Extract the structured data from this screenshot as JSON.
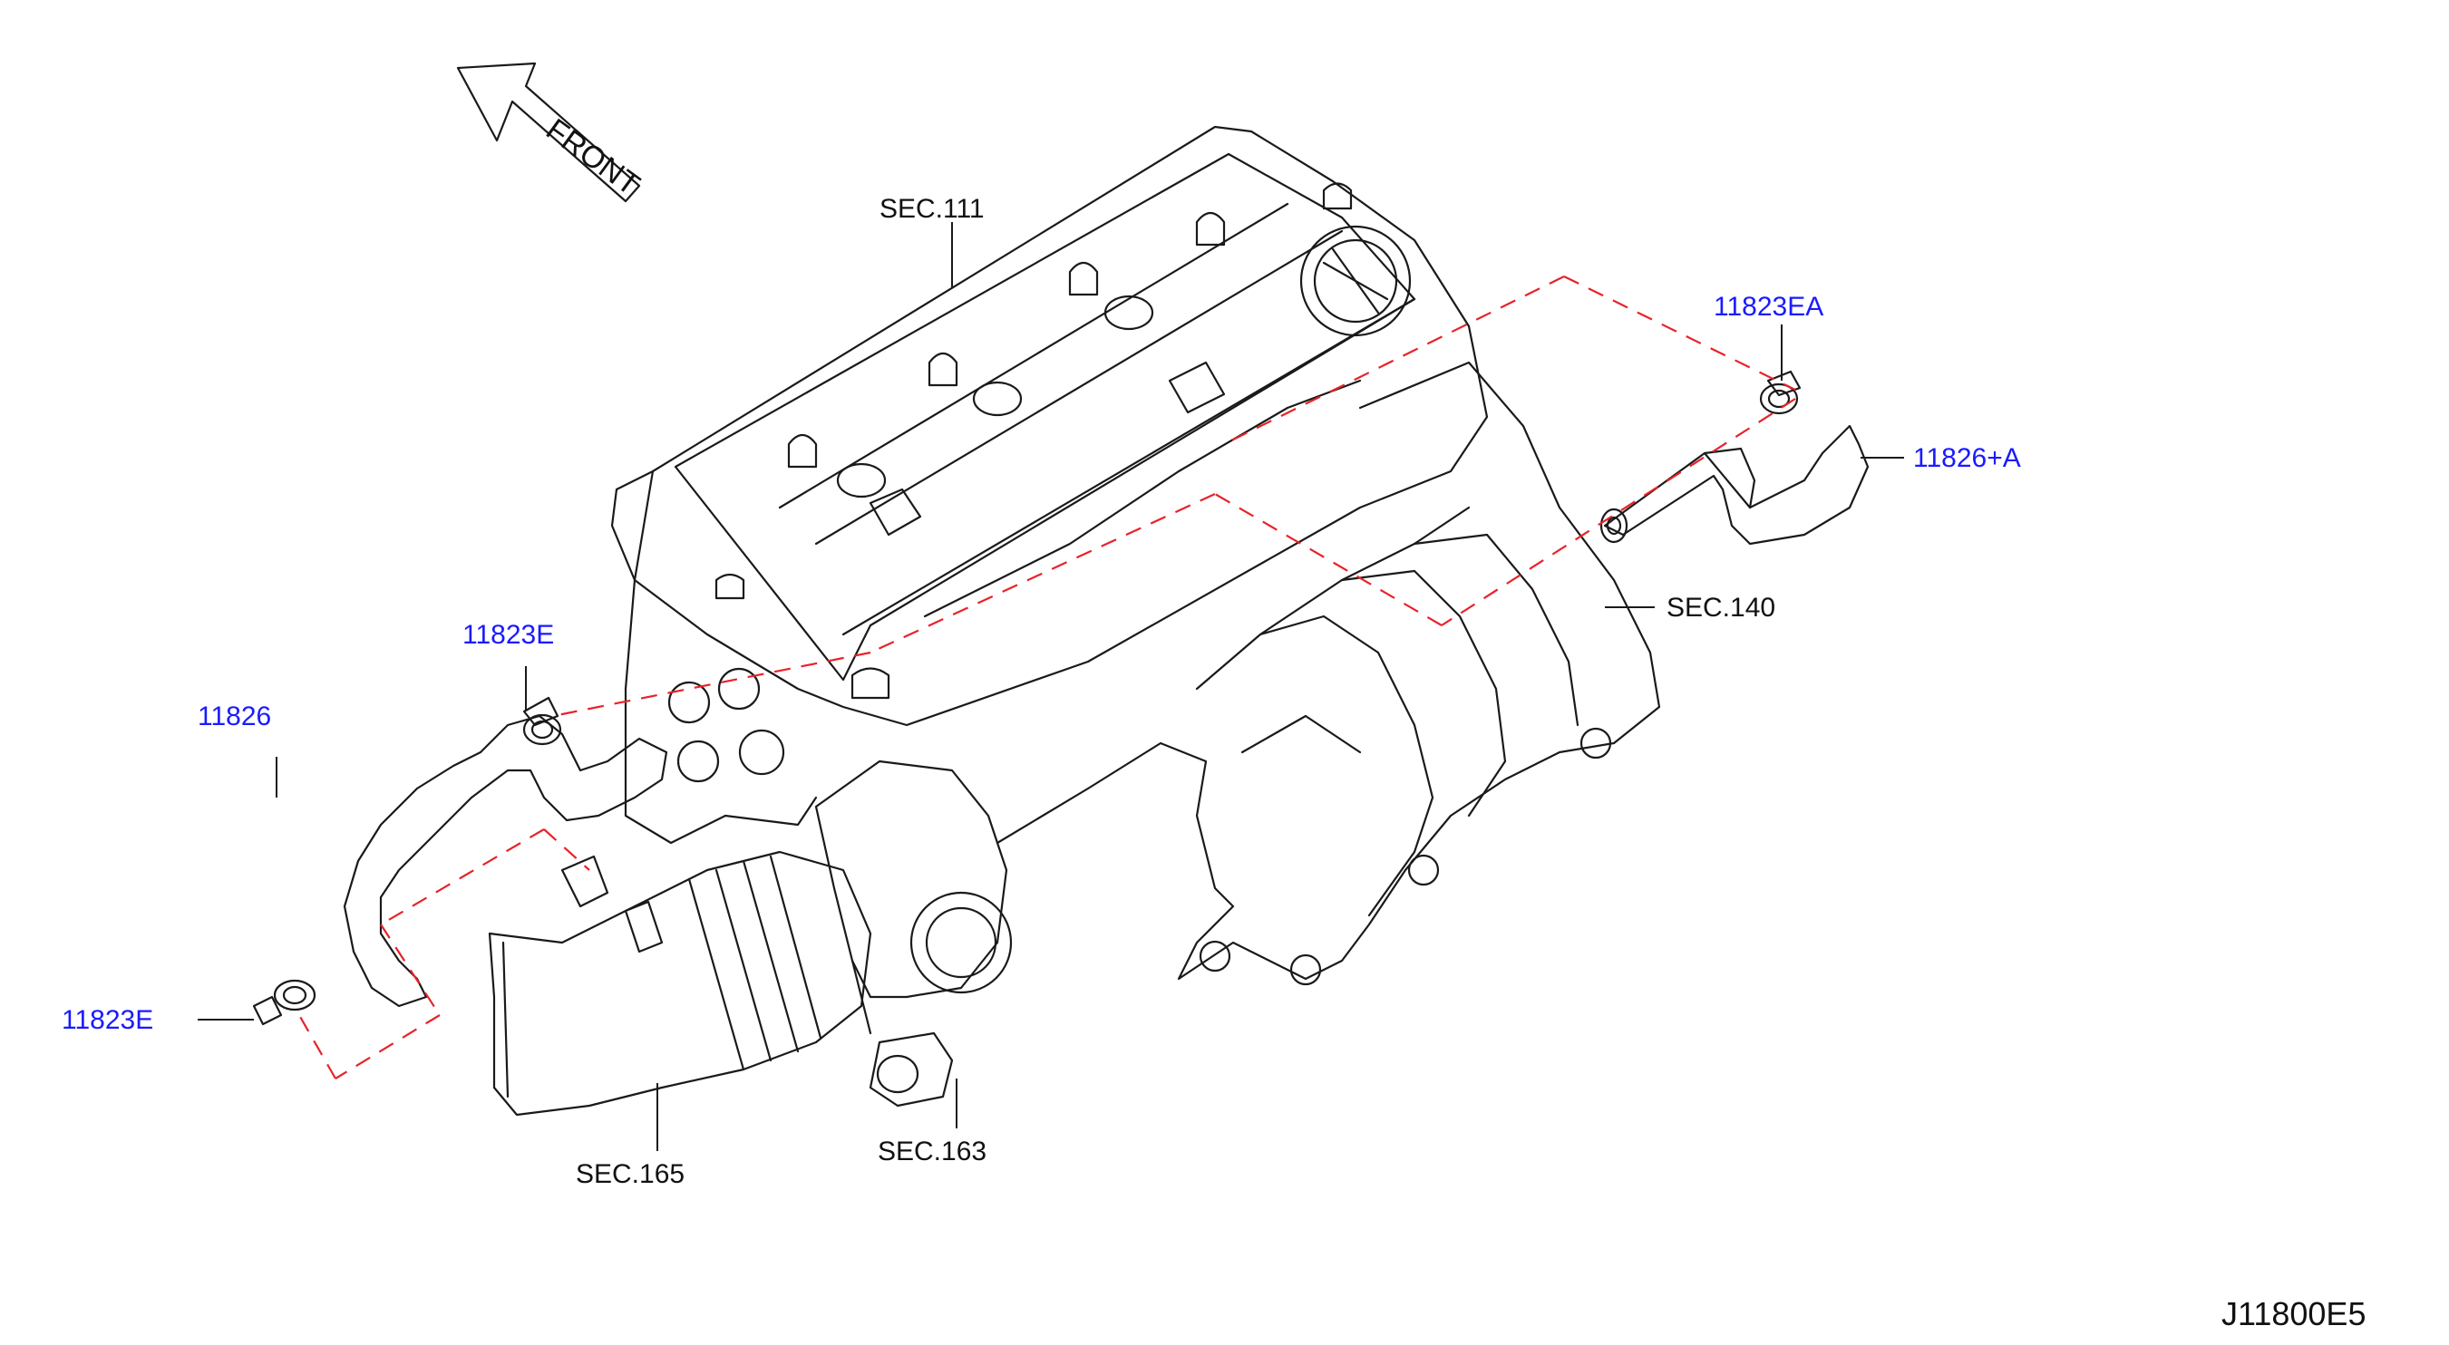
{
  "front_label": "FRONT",
  "diagram_code": "J11800E5",
  "labels": {
    "sec_111": "SEC.111",
    "sec_140": "SEC.140",
    "sec_165": "SEC.165",
    "sec_163": "SEC.163",
    "p_11823EA": "11823EA",
    "p_11826A": "11826+A",
    "p_11823E_upper": "11823E",
    "p_11826": "11826",
    "p_11823E_lower": "11823E"
  },
  "colors": {
    "part_number": "#1a1aff",
    "section_ref": "#111111",
    "guide_dash": "#e8222a",
    "linework": "#1a1a1a"
  }
}
